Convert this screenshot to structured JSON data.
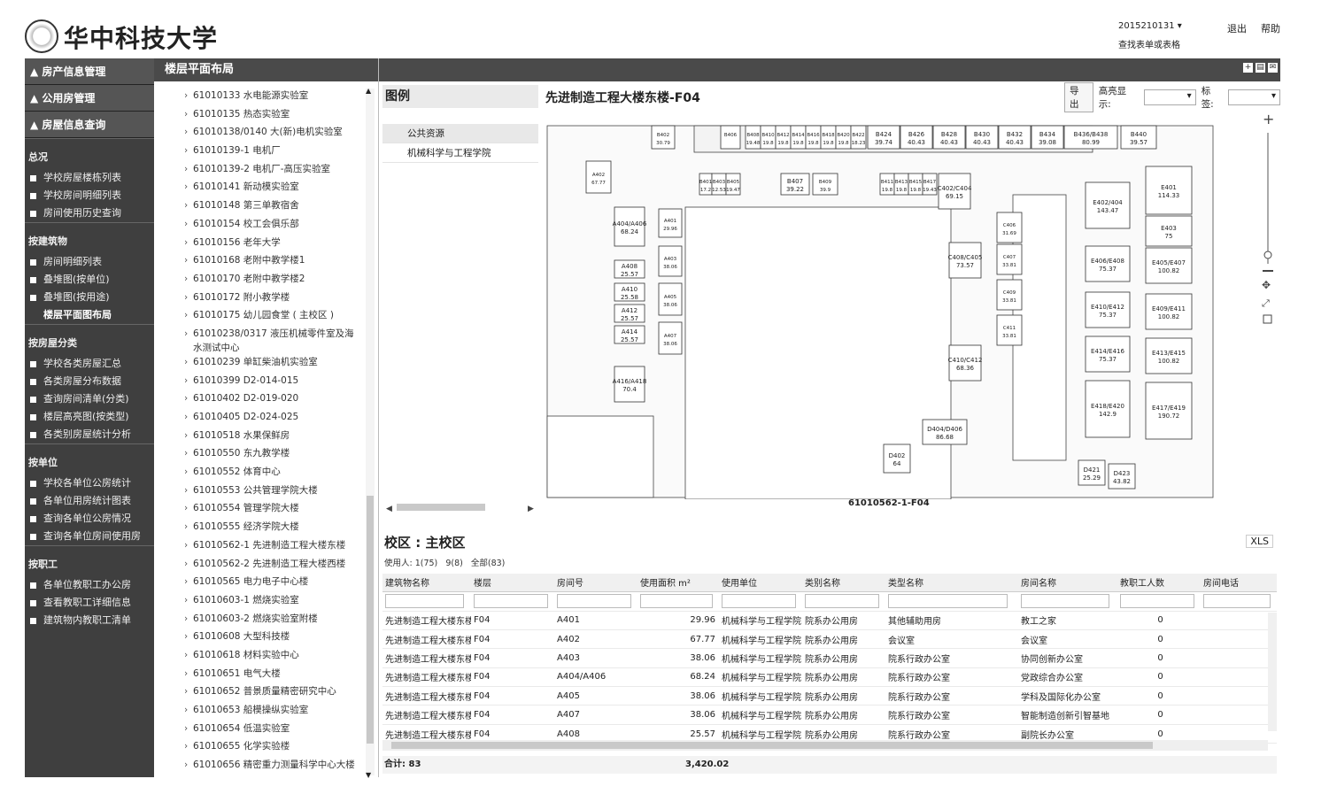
{
  "header": {
    "logo_text": "华中科技大学",
    "user_id": "2015210131 ▾",
    "logout": "退出",
    "help": "帮助",
    "search_hint": "查找表单或表格"
  },
  "sidebar": {
    "heads": [
      "房产信息管理",
      "公用房管理",
      "房屋信息查询"
    ],
    "sections": [
      {
        "title": "总况",
        "items": [
          "学校房屋楼栋列表",
          "学校房间明细列表",
          "房间使用历史查询"
        ]
      },
      {
        "title": "按建筑物",
        "items": [
          "房间明细列表",
          "叠堆图(按单位)",
          "叠堆图(按用途)",
          "楼层平面图布局"
        ]
      },
      {
        "title": "按房屋分类",
        "items": [
          "学校各类房屋汇总",
          "各类房屋分布数据",
          "查询房间清单(分类)",
          "楼层高亮图(按类型)",
          "各类别房屋统计分析"
        ]
      },
      {
        "title": "按单位",
        "items": [
          "学校各单位公房统计",
          "各单位用房统计图表",
          "查询各单位公房情况",
          "查询各单位房间使用房"
        ]
      },
      {
        "title": "按职工",
        "items": [
          "各单位教职工办公房",
          "查看教职工详细信息",
          "建筑物内教职工清单"
        ]
      }
    ]
  },
  "tree": {
    "title": "楼层平面布局",
    "items": [
      "61010133 水电能源实验室",
      "61010135 热态实验室",
      "61010138/0140 大(新)电机实验室",
      "61010139-1 电机厂",
      "61010139-2 电机厂-高压实验室",
      "61010141 新动模实验室",
      "61010148 第三单教宿舍",
      "61010154 校工会俱乐部",
      "61010156 老年大学",
      "61010168 老附中教学楼1",
      "61010170 老附中教学楼2",
      "61010172 附小教学楼",
      "61010175 幼儿园食堂 ( 主校区 )",
      "61010238/0317 液压机械零件室及海水测试中心",
      "61010239 单缸柴油机实验室",
      "61010399 D2-014-015",
      "61010402 D2-019-020",
      "61010405 D2-024-025",
      "61010518 水果保鲜房",
      "61010550 东九教学楼",
      "61010552 体育中心",
      "61010553 公共管理学院大楼",
      "61010554 管理学院大楼",
      "61010555 经济学院大楼",
      "61010562-1 先进制造工程大楼东楼",
      "61010562-2 先进制造工程大楼西楼",
      "61010565 电力电子中心楼",
      "61010603-1 燃烧实验室",
      "61010603-2 燃烧实验室附楼",
      "61010608 大型科技楼",
      "61010618 材料实验中心",
      "61010651 电气大楼",
      "61010652 普景质量精密研究中心",
      "61010653 船模操纵实验室",
      "61010654 低温实验室",
      "61010655 化学实验楼",
      "61010656 精密重力测量科学中心大楼"
    ]
  },
  "legend": {
    "title": "图例",
    "items": [
      "公共资源",
      "机械科学与工程学院"
    ]
  },
  "plan": {
    "title": "先进制造工程大楼东楼-F04",
    "export": "导出",
    "highlight_label": "高亮显示:",
    "tag_label": "标签:",
    "caption": "61010562-1-F04",
    "rooms": [
      {
        "id": "B402",
        "area": "30.79"
      },
      {
        "id": "B406",
        "area": ""
      },
      {
        "id": "B408",
        "area": "19.48"
      },
      {
        "id": "B410",
        "area": "19.8"
      },
      {
        "id": "B412",
        "area": "19.8"
      },
      {
        "id": "B414",
        "area": "19.8"
      },
      {
        "id": "B416",
        "area": "19.8"
      },
      {
        "id": "B418",
        "area": "19.8"
      },
      {
        "id": "B420",
        "area": "19.8"
      },
      {
        "id": "B422",
        "area": "18.23"
      },
      {
        "id": "B424",
        "area": "39.74"
      },
      {
        "id": "B426",
        "area": "40.43"
      },
      {
        "id": "B428",
        "area": "40.43"
      },
      {
        "id": "B430",
        "area": "40.43"
      },
      {
        "id": "B432",
        "area": "40.43"
      },
      {
        "id": "B434",
        "area": "39.08"
      },
      {
        "id": "B436/B438",
        "area": "80.99"
      },
      {
        "id": "B440",
        "area": "39.57"
      },
      {
        "id": "A402",
        "area": "67.77"
      },
      {
        "id": "B401",
        "area": "17.2"
      },
      {
        "id": "B403",
        "area": "12.53"
      },
      {
        "id": "B405",
        "area": "19.47"
      },
      {
        "id": "B407",
        "area": "39.22"
      },
      {
        "id": "B409",
        "area": "39.9"
      },
      {
        "id": "B411",
        "area": "19.8"
      },
      {
        "id": "B413",
        "area": "19.8"
      },
      {
        "id": "B415",
        "area": "19.8"
      },
      {
        "id": "B417",
        "area": "19.43"
      },
      {
        "id": "C402/C404",
        "area": "69.15"
      },
      {
        "id": "C406",
        "area": "31.69"
      },
      {
        "id": "C408/C405",
        "area": "73.57"
      },
      {
        "id": "C407",
        "area": "33.81"
      },
      {
        "id": "C409",
        "area": "33.81"
      },
      {
        "id": "C411",
        "area": "33.81"
      },
      {
        "id": "C410/C412",
        "area": "68.36"
      },
      {
        "id": "A401",
        "area": "29.96"
      },
      {
        "id": "A403",
        "area": "38.06"
      },
      {
        "id": "A405",
        "area": "38.06"
      },
      {
        "id": "A407",
        "area": "38.06"
      },
      {
        "id": "A404/A406",
        "area": "68.24"
      },
      {
        "id": "A408",
        "area": "25.57"
      },
      {
        "id": "A410",
        "area": "25.58"
      },
      {
        "id": "A412",
        "area": "25.57"
      },
      {
        "id": "A414",
        "area": "25.57"
      },
      {
        "id": "A416/A418",
        "area": "70.4"
      },
      {
        "id": "E402/404",
        "area": "143.47"
      },
      {
        "id": "E401",
        "area": "114.33"
      },
      {
        "id": "E403",
        "area": "75"
      },
      {
        "id": "E406/E408",
        "area": "75.37"
      },
      {
        "id": "E405/E407",
        "area": "100.82"
      },
      {
        "id": "E410/E412",
        "area": "75.37"
      },
      {
        "id": "E409/E411",
        "area": "100.82"
      },
      {
        "id": "E414/E416",
        "area": "75.37"
      },
      {
        "id": "E413/E415",
        "area": "100.82"
      },
      {
        "id": "E418/E420",
        "area": "142.9"
      },
      {
        "id": "E417/E419",
        "area": "190.72"
      },
      {
        "id": "D404/D406",
        "area": "86.68"
      },
      {
        "id": "D402",
        "area": "64"
      },
      {
        "id": "D421",
        "area": "25.29"
      },
      {
        "id": "D423",
        "area": "43.82"
      }
    ]
  },
  "table": {
    "campus_title": "校区 : 主校区",
    "xls": "XLS",
    "filter_text": [
      "使用人: 1(75)",
      "9(8)",
      "全部(83)"
    ],
    "columns": [
      "建筑物名称",
      "楼层",
      "房间号",
      "使用面积 m²",
      "使用单位",
      "类别名称",
      "类型名称",
      "房间名称",
      "教职工人数",
      "房间电话"
    ],
    "rows": [
      [
        "先进制造工程大楼东楼",
        "F04",
        "A401",
        "29.96",
        "机械科学与工程学院",
        "院系办公用房",
        "其他辅助用房",
        "教工之家",
        "0",
        ""
      ],
      [
        "先进制造工程大楼东楼",
        "F04",
        "A402",
        "67.77",
        "机械科学与工程学院",
        "院系办公用房",
        "会议室",
        "会议室",
        "0",
        ""
      ],
      [
        "先进制造工程大楼东楼",
        "F04",
        "A403",
        "38.06",
        "机械科学与工程学院",
        "院系办公用房",
        "院系行政办公室",
        "协同创新办公室",
        "0",
        ""
      ],
      [
        "先进制造工程大楼东楼",
        "F04",
        "A404/A406",
        "68.24",
        "机械科学与工程学院",
        "院系办公用房",
        "院系行政办公室",
        "党政综合办公室",
        "0",
        ""
      ],
      [
        "先进制造工程大楼东楼",
        "F04",
        "A405",
        "38.06",
        "机械科学与工程学院",
        "院系办公用房",
        "院系行政办公室",
        "学科及国际化办公室",
        "0",
        ""
      ],
      [
        "先进制造工程大楼东楼",
        "F04",
        "A407",
        "38.06",
        "机械科学与工程学院",
        "院系办公用房",
        "院系行政办公室",
        "智能制造创新引智基地",
        "0",
        ""
      ],
      [
        "先进制造工程大楼东楼",
        "F04",
        "A408",
        "25.57",
        "机械科学与工程学院",
        "院系办公用房",
        "院系行政办公室",
        "副院长办公室",
        "0",
        ""
      ]
    ],
    "footer_count": "合计: 83",
    "footer_area": "3,420.02"
  }
}
